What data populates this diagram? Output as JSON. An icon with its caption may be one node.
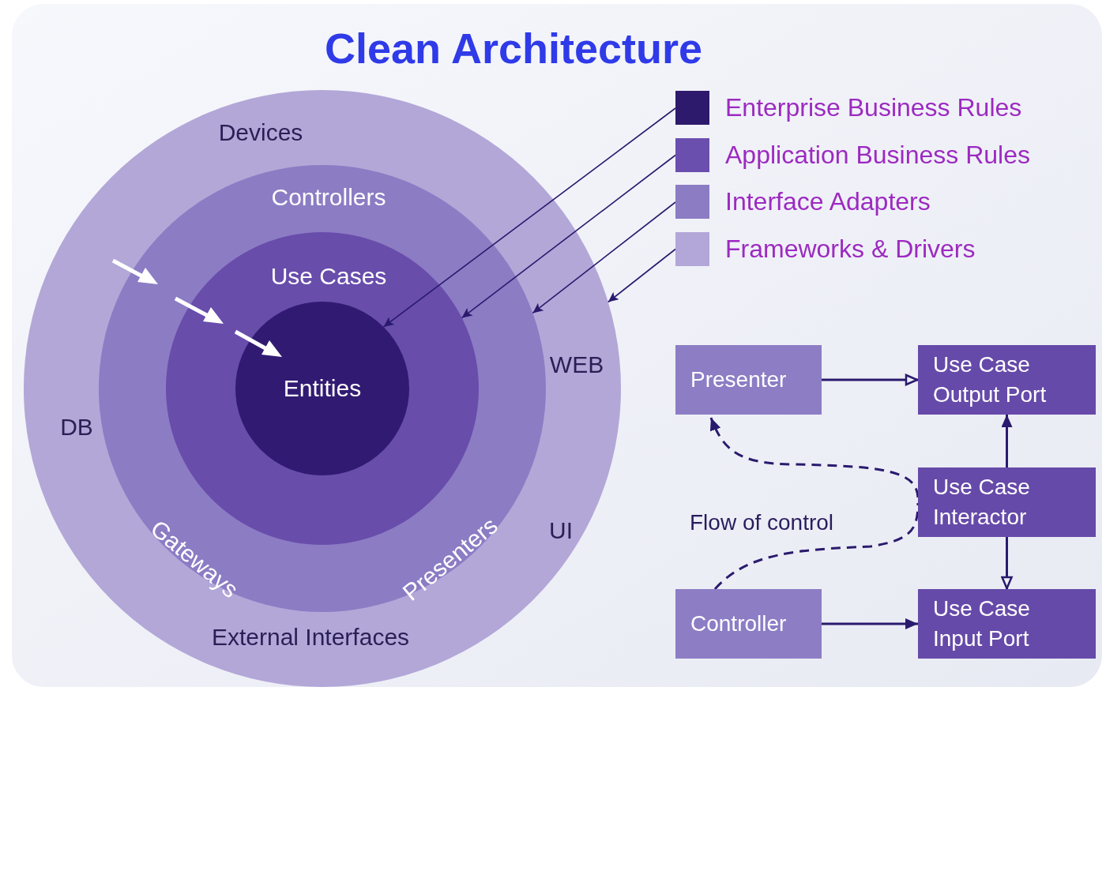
{
  "diagram": {
    "title": "Clean Architecture",
    "nodes": [
      {
        "text": [
          "Devices",
          "DB",
          "WEB",
          "UI",
          "External Interfaces"
        ]
      },
      {
        "text": [
          "Controllers",
          "Gateways",
          "Presenters"
        ],
        "in": 0
      },
      {
        "text": [
          "Use Cases"
        ],
        "in": 1
      },
      {
        "text": [
          "Entities"
        ],
        "in": 2
      },
      {
        "text": [],
        "shape": "box"
      },
      {
        "text": [],
        "shape": "box"
      },
      {
        "text": [],
        "shape": "box"
      },
      {
        "text": [],
        "shape": "box"
      },
      {
        "text": [
          "Presenter"
        ]
      },
      {
        "text": [
          "Use Case Output Port"
        ]
      },
      {
        "text": [
          "Use Case Interactor"
        ]
      },
      {
        "text": [
          "Controller"
        ]
      },
      {
        "text": [
          "Use Case Input Port"
        ]
      }
    ],
    "edges": [
      {
        "from": 4,
        "to": 3,
        "arrow": "to"
      },
      {
        "from": 5,
        "to": 2,
        "arrow": "to"
      },
      {
        "from": 6,
        "to": 1,
        "arrow": "to"
      },
      {
        "from": 7,
        "to": 0,
        "arrow": "to"
      },
      {
        "from": 8,
        "to": 9,
        "arrow": "to"
      },
      {
        "from": 10,
        "to": 9,
        "arrow": "to"
      },
      {
        "from": 10,
        "to": 12,
        "arrow": "to"
      },
      {
        "from": 11,
        "to": 12,
        "arrow": "to"
      },
      {
        "from": 11,
        "to": 10,
        "arrow": "none",
        "style": "dashed"
      },
      {
        "from": 10,
        "to": 8,
        "arrow": "to",
        "style": "dashed"
      }
    ],
    "labels": [
      "Flow of control"
    ],
    "legend": [
      {
        "text": "Enterprise Business Rules",
        "color": "#2e1a6c"
      },
      {
        "text": "Application Business Rules",
        "color": "#6a4fae"
      },
      {
        "text": "Interface Adapters",
        "color": "#8b7cc4"
      },
      {
        "text": "Frameworks & Drivers",
        "color": "#b3a6d8"
      }
    ]
  }
}
